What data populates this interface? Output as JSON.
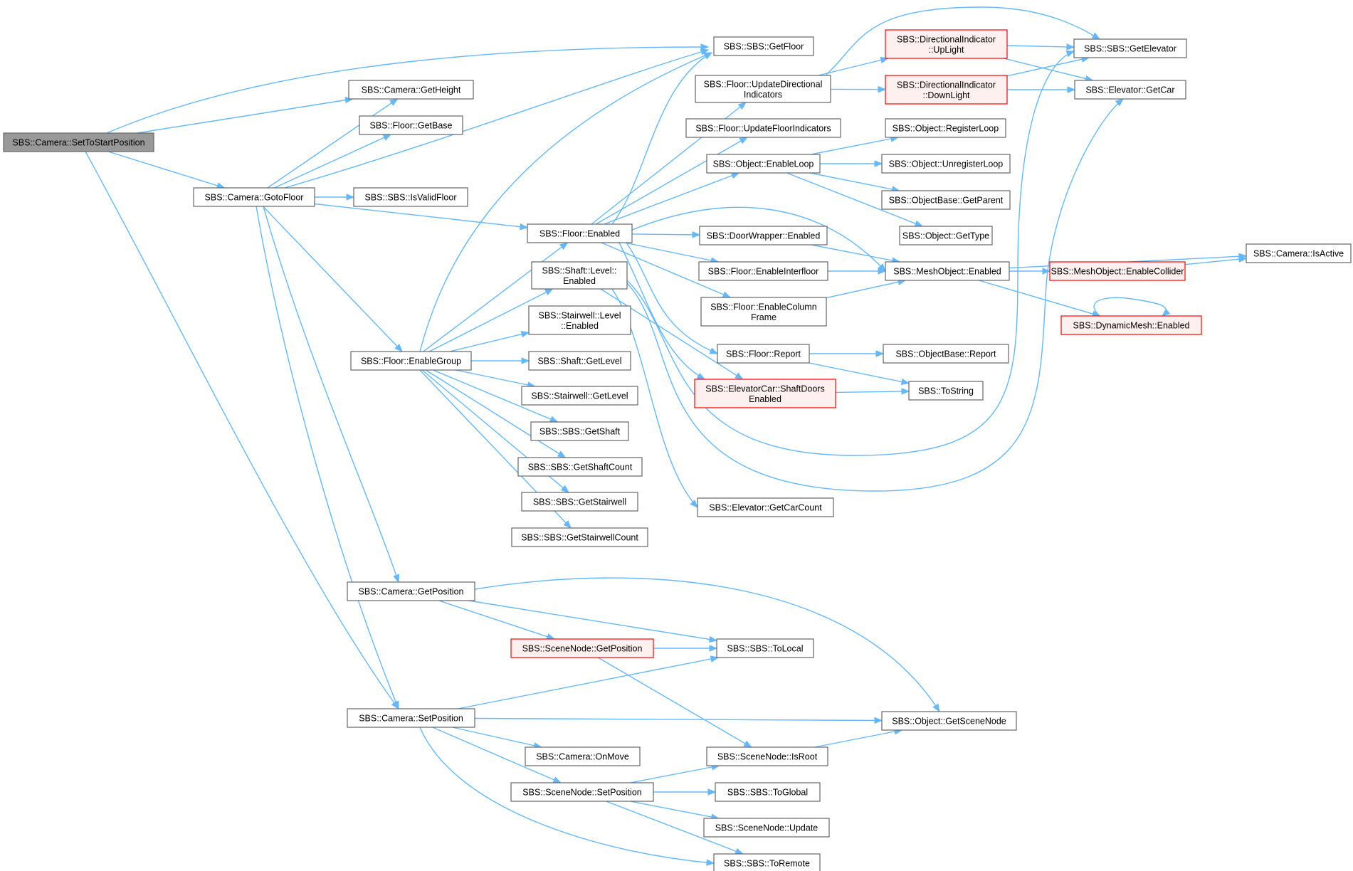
{
  "colors": {
    "edge": "#63b8ff",
    "node_border": "#666666",
    "node_fill": "#ffffff",
    "root_fill": "#999999",
    "root_border": "#666666",
    "highlight_border": "#ff0000",
    "highlight_fill": "#fff0f0",
    "text": "#000000"
  },
  "nodes": [
    {
      "id": "setToStart",
      "label": [
        "SBS::Camera::SetToStartPosition"
      ],
      "style": "root",
      "clickable": false
    },
    {
      "id": "getFloor",
      "label": [
        "SBS::SBS::GetFloor"
      ],
      "style": "normal",
      "clickable": true
    },
    {
      "id": "getHeight",
      "label": [
        "SBS::Camera::GetHeight"
      ],
      "style": "normal",
      "clickable": true
    },
    {
      "id": "floorGetBase",
      "label": [
        "SBS::Floor::GetBase"
      ],
      "style": "normal",
      "clickable": true
    },
    {
      "id": "gotoFloor",
      "label": [
        "SBS::Camera::GotoFloor"
      ],
      "style": "normal",
      "clickable": true
    },
    {
      "id": "isValidFloor",
      "label": [
        "SBS::SBS::IsValidFloor"
      ],
      "style": "normal",
      "clickable": true
    },
    {
      "id": "floorEnabled",
      "label": [
        "SBS::Floor::Enabled"
      ],
      "style": "normal",
      "clickable": true
    },
    {
      "id": "floorEnableGroup",
      "label": [
        "SBS::Floor::EnableGroup"
      ],
      "style": "normal",
      "clickable": true
    },
    {
      "id": "cameraGetPosition",
      "label": [
        "SBS::Camera::GetPosition"
      ],
      "style": "normal",
      "clickable": true
    },
    {
      "id": "cameraSetPosition",
      "label": [
        "SBS::Camera::SetPosition"
      ],
      "style": "normal",
      "clickable": true
    },
    {
      "id": "updateDirInd",
      "label": [
        "SBS::Floor::UpdateDirectional",
        "Indicators"
      ],
      "style": "normal",
      "clickable": true
    },
    {
      "id": "updateFloorInd",
      "label": [
        "SBS::Floor::UpdateFloorIndicators"
      ],
      "style": "normal",
      "clickable": true
    },
    {
      "id": "objEnableLoop",
      "label": [
        "SBS::Object::EnableLoop"
      ],
      "style": "normal",
      "clickable": true
    },
    {
      "id": "doorWrapperEnabled",
      "label": [
        "SBS::DoorWrapper::Enabled"
      ],
      "style": "normal",
      "clickable": true
    },
    {
      "id": "enableInterfloor",
      "label": [
        "SBS::Floor::EnableInterfloor"
      ],
      "style": "normal",
      "clickable": true
    },
    {
      "id": "enableColumnFrame",
      "label": [
        "SBS::Floor::EnableColumn",
        "Frame"
      ],
      "style": "normal",
      "clickable": true
    },
    {
      "id": "floorReport",
      "label": [
        "SBS::Floor::Report"
      ],
      "style": "normal",
      "clickable": true
    },
    {
      "id": "shaftDoorsEnabled",
      "label": [
        "SBS::ElevatorCar::ShaftDoors",
        "Enabled"
      ],
      "style": "highlight",
      "clickable": true
    },
    {
      "id": "elevGetCarCount",
      "label": [
        "SBS::Elevator::GetCarCount"
      ],
      "style": "normal",
      "clickable": true
    },
    {
      "id": "shaftLevelEnabled",
      "label": [
        "SBS::Shaft::Level::",
        "Enabled"
      ],
      "style": "normal",
      "clickable": true
    },
    {
      "id": "stairLevelEnabled",
      "label": [
        "SBS::Stairwell::Level",
        "::Enabled"
      ],
      "style": "normal",
      "clickable": true
    },
    {
      "id": "shaftGetLevel",
      "label": [
        "SBS::Shaft::GetLevel"
      ],
      "style": "normal",
      "clickable": true
    },
    {
      "id": "stairGetLevel",
      "label": [
        "SBS::Stairwell::GetLevel"
      ],
      "style": "normal",
      "clickable": true
    },
    {
      "id": "sbsGetShaft",
      "label": [
        "SBS::SBS::GetShaft"
      ],
      "style": "normal",
      "clickable": true
    },
    {
      "id": "sbsGetShaftCount",
      "label": [
        "SBS::SBS::GetShaftCount"
      ],
      "style": "normal",
      "clickable": true
    },
    {
      "id": "sbsGetStairwell",
      "label": [
        "SBS::SBS::GetStairwell"
      ],
      "style": "normal",
      "clickable": true
    },
    {
      "id": "sbsGetStairwellCount",
      "label": [
        "SBS::SBS::GetStairwellCount"
      ],
      "style": "normal",
      "clickable": true
    },
    {
      "id": "upLight",
      "label": [
        "SBS::DirectionalIndicator",
        "::UpLight"
      ],
      "style": "highlight",
      "clickable": true
    },
    {
      "id": "downLight",
      "label": [
        "SBS::DirectionalIndicator",
        "::DownLight"
      ],
      "style": "highlight",
      "clickable": true
    },
    {
      "id": "getElevator",
      "label": [
        "SBS::SBS::GetElevator"
      ],
      "style": "normal",
      "clickable": true
    },
    {
      "id": "elevGetCar",
      "label": [
        "SBS::Elevator::GetCar"
      ],
      "style": "normal",
      "clickable": true
    },
    {
      "id": "registerLoop",
      "label": [
        "SBS::Object::RegisterLoop"
      ],
      "style": "normal",
      "clickable": true
    },
    {
      "id": "unregisterLoop",
      "label": [
        "SBS::Object::UnregisterLoop"
      ],
      "style": "normal",
      "clickable": true
    },
    {
      "id": "getParent",
      "label": [
        "SBS::ObjectBase::GetParent"
      ],
      "style": "normal",
      "clickable": true
    },
    {
      "id": "getType",
      "label": [
        "SBS::Object::GetType"
      ],
      "style": "normal",
      "clickable": true
    },
    {
      "id": "meshEnabled",
      "label": [
        "SBS::MeshObject::Enabled"
      ],
      "style": "normal",
      "clickable": true
    },
    {
      "id": "meshEnableCollider",
      "label": [
        "SBS::MeshObject::EnableCollider"
      ],
      "style": "highlight",
      "clickable": true
    },
    {
      "id": "cameraIsActive",
      "label": [
        "SBS::Camera::IsActive"
      ],
      "style": "normal",
      "clickable": true
    },
    {
      "id": "dynMeshEnabled",
      "label": [
        "SBS::DynamicMesh::Enabled"
      ],
      "style": "highlight",
      "clickable": true
    },
    {
      "id": "objBaseReport",
      "label": [
        "SBS::ObjectBase::Report"
      ],
      "style": "normal",
      "clickable": true
    },
    {
      "id": "toString",
      "label": [
        "SBS::ToString"
      ],
      "style": "normal",
      "clickable": true
    },
    {
      "id": "sceneNodeGetPosition",
      "label": [
        "SBS::SceneNode::GetPosition"
      ],
      "style": "highlight",
      "clickable": true
    },
    {
      "id": "toLocal",
      "label": [
        "SBS::SBS::ToLocal"
      ],
      "style": "normal",
      "clickable": true
    },
    {
      "id": "getSceneNode",
      "label": [
        "SBS::Object::GetSceneNode"
      ],
      "style": "normal",
      "clickable": true
    },
    {
      "id": "cameraOnMove",
      "label": [
        "SBS::Camera::OnMove"
      ],
      "style": "normal",
      "clickable": true
    },
    {
      "id": "sceneNodeIsRoot",
      "label": [
        "SBS::SceneNode::IsRoot"
      ],
      "style": "normal",
      "clickable": true
    },
    {
      "id": "sceneNodeSetPosition",
      "label": [
        "SBS::SceneNode::SetPosition"
      ],
      "style": "normal",
      "clickable": true
    },
    {
      "id": "toGlobal",
      "label": [
        "SBS::SBS::ToGlobal"
      ],
      "style": "normal",
      "clickable": true
    },
    {
      "id": "sceneNodeUpdate",
      "label": [
        "SBS::SceneNode::Update"
      ],
      "style": "normal",
      "clickable": true
    },
    {
      "id": "toRemote",
      "label": [
        "SBS::SBS::ToRemote"
      ],
      "style": "normal",
      "clickable": true
    }
  ],
  "edges": [
    [
      "setToStart",
      "getFloor"
    ],
    [
      "setToStart",
      "getHeight"
    ],
    [
      "setToStart",
      "gotoFloor"
    ],
    [
      "setToStart",
      "cameraSetPosition"
    ],
    [
      "gotoFloor",
      "getFloor"
    ],
    [
      "gotoFloor",
      "getHeight"
    ],
    [
      "gotoFloor",
      "floorGetBase"
    ],
    [
      "gotoFloor",
      "isValidFloor"
    ],
    [
      "gotoFloor",
      "floorEnabled"
    ],
    [
      "gotoFloor",
      "floorEnableGroup"
    ],
    [
      "gotoFloor",
      "cameraGetPosition"
    ],
    [
      "gotoFloor",
      "cameraSetPosition"
    ],
    [
      "floorEnabled",
      "getFloor"
    ],
    [
      "floorEnabled",
      "updateDirInd"
    ],
    [
      "floorEnabled",
      "updateFloorInd"
    ],
    [
      "floorEnabled",
      "objEnableLoop"
    ],
    [
      "floorEnabled",
      "meshEnabled"
    ],
    [
      "floorEnabled",
      "doorWrapperEnabled"
    ],
    [
      "floorEnabled",
      "enableInterfloor"
    ],
    [
      "floorEnabled",
      "enableColumnFrame"
    ],
    [
      "floorEnabled",
      "floorReport"
    ],
    [
      "floorEnabled",
      "shaftDoorsEnabled"
    ],
    [
      "floorEnableGroup",
      "getFloor"
    ],
    [
      "floorEnableGroup",
      "floorEnabled"
    ],
    [
      "floorEnableGroup",
      "shaftLevelEnabled"
    ],
    [
      "floorEnableGroup",
      "stairLevelEnabled"
    ],
    [
      "floorEnableGroup",
      "shaftGetLevel"
    ],
    [
      "floorEnableGroup",
      "stairGetLevel"
    ],
    [
      "floorEnableGroup",
      "sbsGetShaft"
    ],
    [
      "floorEnableGroup",
      "sbsGetShaftCount"
    ],
    [
      "floorEnableGroup",
      "sbsGetStairwell"
    ],
    [
      "floorEnableGroup",
      "sbsGetStairwellCount"
    ],
    [
      "shaftLevelEnabled",
      "shaftDoorsEnabled"
    ],
    [
      "shaftLevelEnabled",
      "getElevator"
    ],
    [
      "shaftLevelEnabled",
      "elevGetCar"
    ],
    [
      "shaftLevelEnabled",
      "elevGetCarCount"
    ],
    [
      "updateDirInd",
      "getElevator"
    ],
    [
      "updateDirInd",
      "upLight"
    ],
    [
      "updateDirInd",
      "downLight"
    ],
    [
      "upLight",
      "getElevator"
    ],
    [
      "upLight",
      "elevGetCar"
    ],
    [
      "downLight",
      "getElevator"
    ],
    [
      "downLight",
      "elevGetCar"
    ],
    [
      "objEnableLoop",
      "registerLoop"
    ],
    [
      "objEnableLoop",
      "unregisterLoop"
    ],
    [
      "objEnableLoop",
      "getParent"
    ],
    [
      "objEnableLoop",
      "getType"
    ],
    [
      "doorWrapperEnabled",
      "meshEnabled"
    ],
    [
      "enableInterfloor",
      "meshEnabled"
    ],
    [
      "enableColumnFrame",
      "meshEnabled"
    ],
    [
      "meshEnabled",
      "cameraIsActive"
    ],
    [
      "meshEnabled",
      "meshEnableCollider"
    ],
    [
      "meshEnabled",
      "dynMeshEnabled"
    ],
    [
      "meshEnableCollider",
      "cameraIsActive"
    ],
    [
      "dynMeshEnabled",
      "dynMeshEnabled"
    ],
    [
      "floorReport",
      "objBaseReport"
    ],
    [
      "floorReport",
      "toString"
    ],
    [
      "shaftDoorsEnabled",
      "toString"
    ],
    [
      "cameraGetPosition",
      "sceneNodeGetPosition"
    ],
    [
      "cameraGetPosition",
      "toLocal"
    ],
    [
      "cameraGetPosition",
      "getSceneNode"
    ],
    [
      "sceneNodeGetPosition",
      "toLocal"
    ],
    [
      "sceneNodeGetPosition",
      "sceneNodeIsRoot"
    ],
    [
      "cameraSetPosition",
      "toLocal"
    ],
    [
      "cameraSetPosition",
      "getSceneNode"
    ],
    [
      "cameraSetPosition",
      "cameraOnMove"
    ],
    [
      "cameraSetPosition",
      "sceneNodeSetPosition"
    ],
    [
      "cameraSetPosition",
      "toRemote"
    ],
    [
      "sceneNodeSetPosition",
      "sceneNodeIsRoot"
    ],
    [
      "sceneNodeSetPosition",
      "toGlobal"
    ],
    [
      "sceneNodeSetPosition",
      "sceneNodeUpdate"
    ],
    [
      "sceneNodeSetPosition",
      "toRemote"
    ],
    [
      "sceneNodeIsRoot",
      "getSceneNode"
    ]
  ]
}
